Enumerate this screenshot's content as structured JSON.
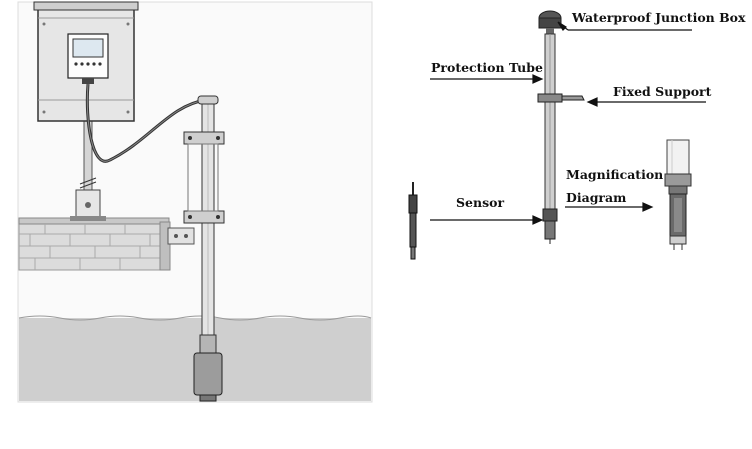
{
  "labels": {
    "junction_box": "Waterproof Junction Box",
    "protection_tube": "Protection Tube",
    "fixed_support": "Fixed Support",
    "magnification": "Magnification",
    "diagram": "Diagram",
    "sensor": "Sensor"
  },
  "colors": {
    "line": "#333333",
    "wall": "#d9d9d9",
    "water": "#cfcfcf",
    "tube": "#bdbdbd",
    "panel": "#e6e6e6"
  }
}
